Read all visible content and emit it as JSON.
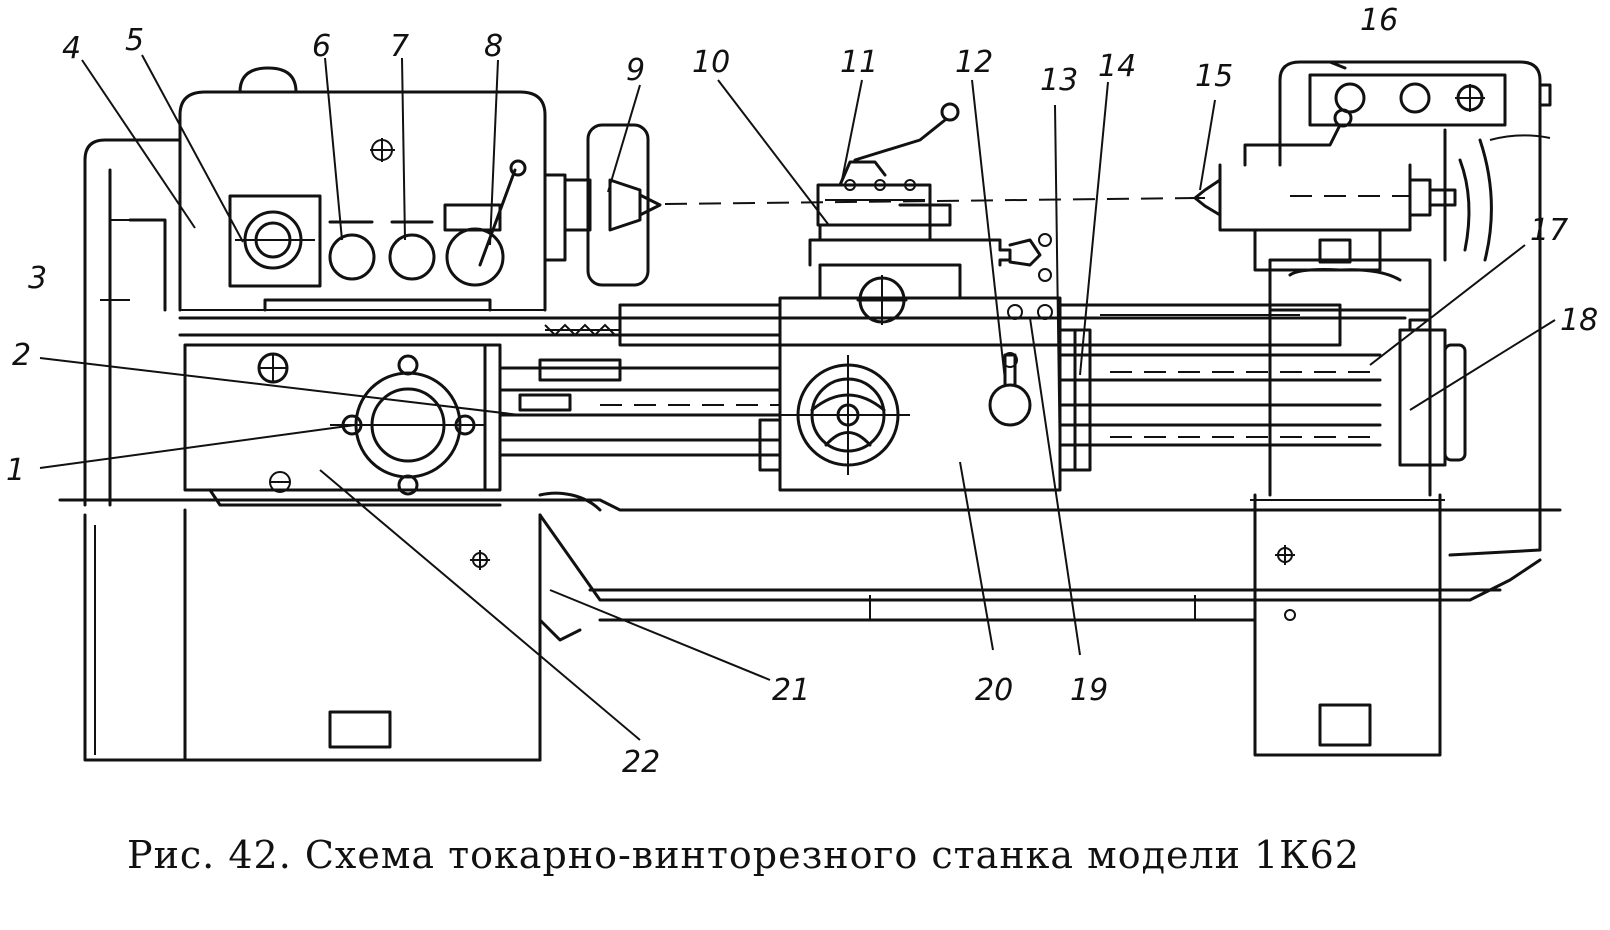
{
  "figure": {
    "caption": "Рис. 42. Схема токарно-винторезного станка модели 1К62"
  },
  "callouts": [
    "1",
    "2",
    "3",
    "4",
    "5",
    "6",
    "7",
    "8",
    "9",
    "10",
    "11",
    "12",
    "13",
    "14",
    "15",
    "16",
    "17",
    "18",
    "19",
    "20",
    "21",
    "22"
  ]
}
